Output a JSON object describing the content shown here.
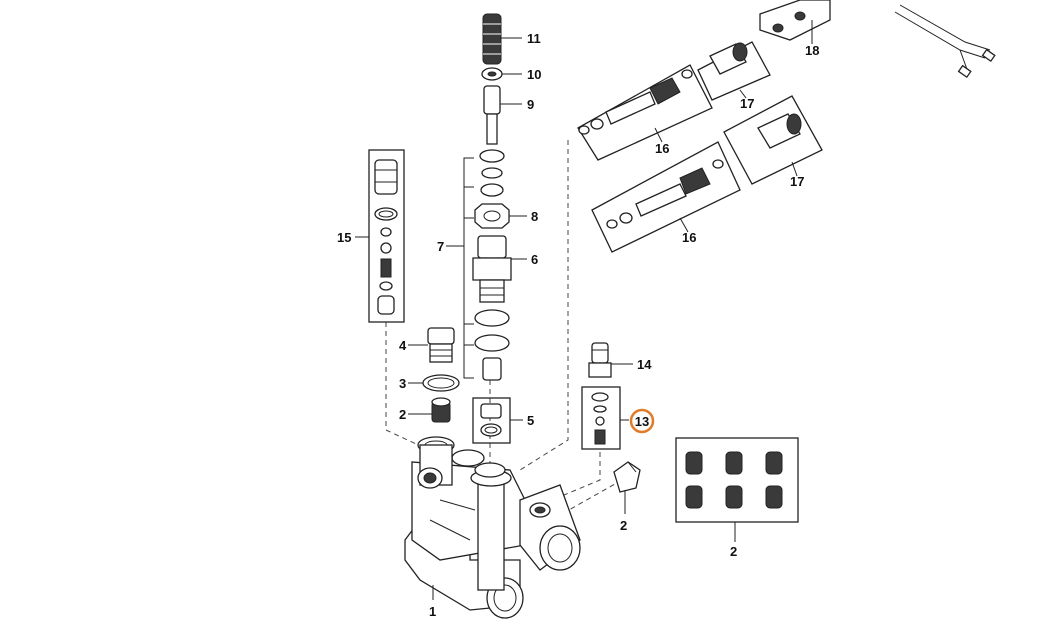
{
  "callouts": {
    "c1": "1",
    "c2a": "2",
    "c2b": "2",
    "c2c": "2",
    "c3": "3",
    "c4": "4",
    "c5": "5",
    "c6": "6",
    "c7": "7",
    "c8": "8",
    "c9": "9",
    "c10": "10",
    "c11": "11",
    "c13": "13",
    "c14": "14",
    "c15": "15",
    "c16a": "16",
    "c16b": "16",
    "c17a": "17",
    "c17b": "17",
    "c18": "18"
  },
  "highlight": {
    "selected_callout": "13",
    "color": "#e07b2a"
  }
}
